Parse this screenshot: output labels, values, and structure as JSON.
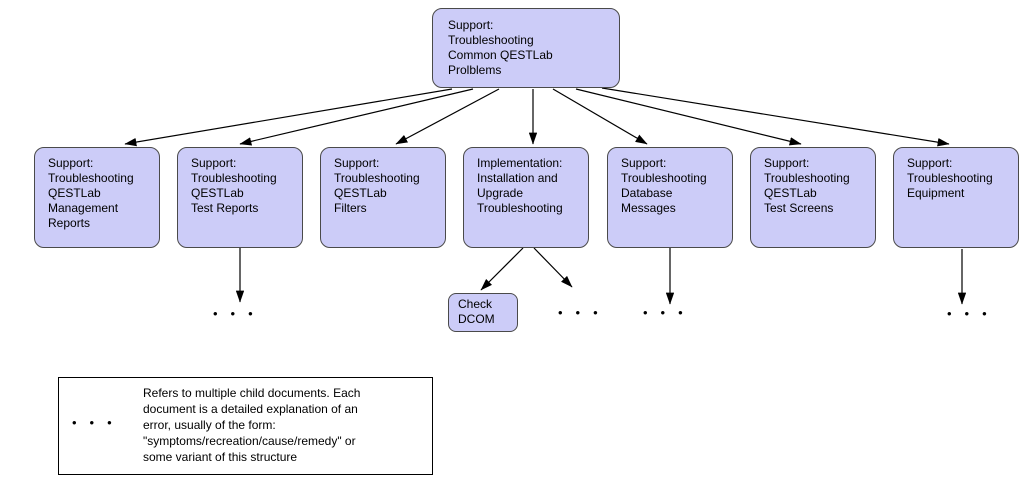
{
  "diagram": {
    "nodes": {
      "root": {
        "label": "Support:\nTroubleshooting\nCommon QESTLab\nProlblems"
      },
      "management_reports": {
        "label": "Support:\nTroubleshooting\nQESTLab\nManagement\nReports"
      },
      "test_reports": {
        "label": "Support:\nTroubleshooting\nQESTLab\nTest Reports"
      },
      "filters": {
        "label": "Support:\nTroubleshooting\nQESTLab\nFilters"
      },
      "implementation": {
        "label": "Implementation:\nInstallation and\nUpgrade\nTroubleshooting"
      },
      "database_messages": {
        "label": "Support:\nTroubleshooting\nDatabase\nMessages"
      },
      "test_screens": {
        "label": "Support:\nTroubleshooting\nQESTLab\nTest Screens"
      },
      "equipment": {
        "label": "Support:\nTroubleshooting\nEquipment"
      },
      "check_dcom": {
        "label": "Check\nDCOM"
      }
    },
    "edges": [
      {
        "from": "root",
        "to": "management_reports"
      },
      {
        "from": "root",
        "to": "test_reports"
      },
      {
        "from": "root",
        "to": "filters"
      },
      {
        "from": "root",
        "to": "implementation"
      },
      {
        "from": "root",
        "to": "database_messages"
      },
      {
        "from": "root",
        "to": "test_screens"
      },
      {
        "from": "root",
        "to": "equipment"
      },
      {
        "from": "test_reports",
        "to": "ellipsis-children"
      },
      {
        "from": "implementation",
        "to": "check_dcom"
      },
      {
        "from": "implementation",
        "to": "ellipsis-children"
      },
      {
        "from": "database_messages",
        "to": "ellipsis-children"
      },
      {
        "from": "equipment",
        "to": "ellipsis-children"
      }
    ],
    "ellipsis_symbol": "•••"
  },
  "legend": {
    "symbol": "•••",
    "text": "Refers to multiple child documents. Each\ndocument is a detailed explanation of an\nerror, usually of the form:\n\"symptoms/recreation/cause/remedy\" or\nsome variant of this structure"
  },
  "colors": {
    "node_fill": "#ccccf8",
    "node_border": "#4a4a4a",
    "arrow": "#000000",
    "legend_border": "#000000",
    "background": "#ffffff"
  }
}
